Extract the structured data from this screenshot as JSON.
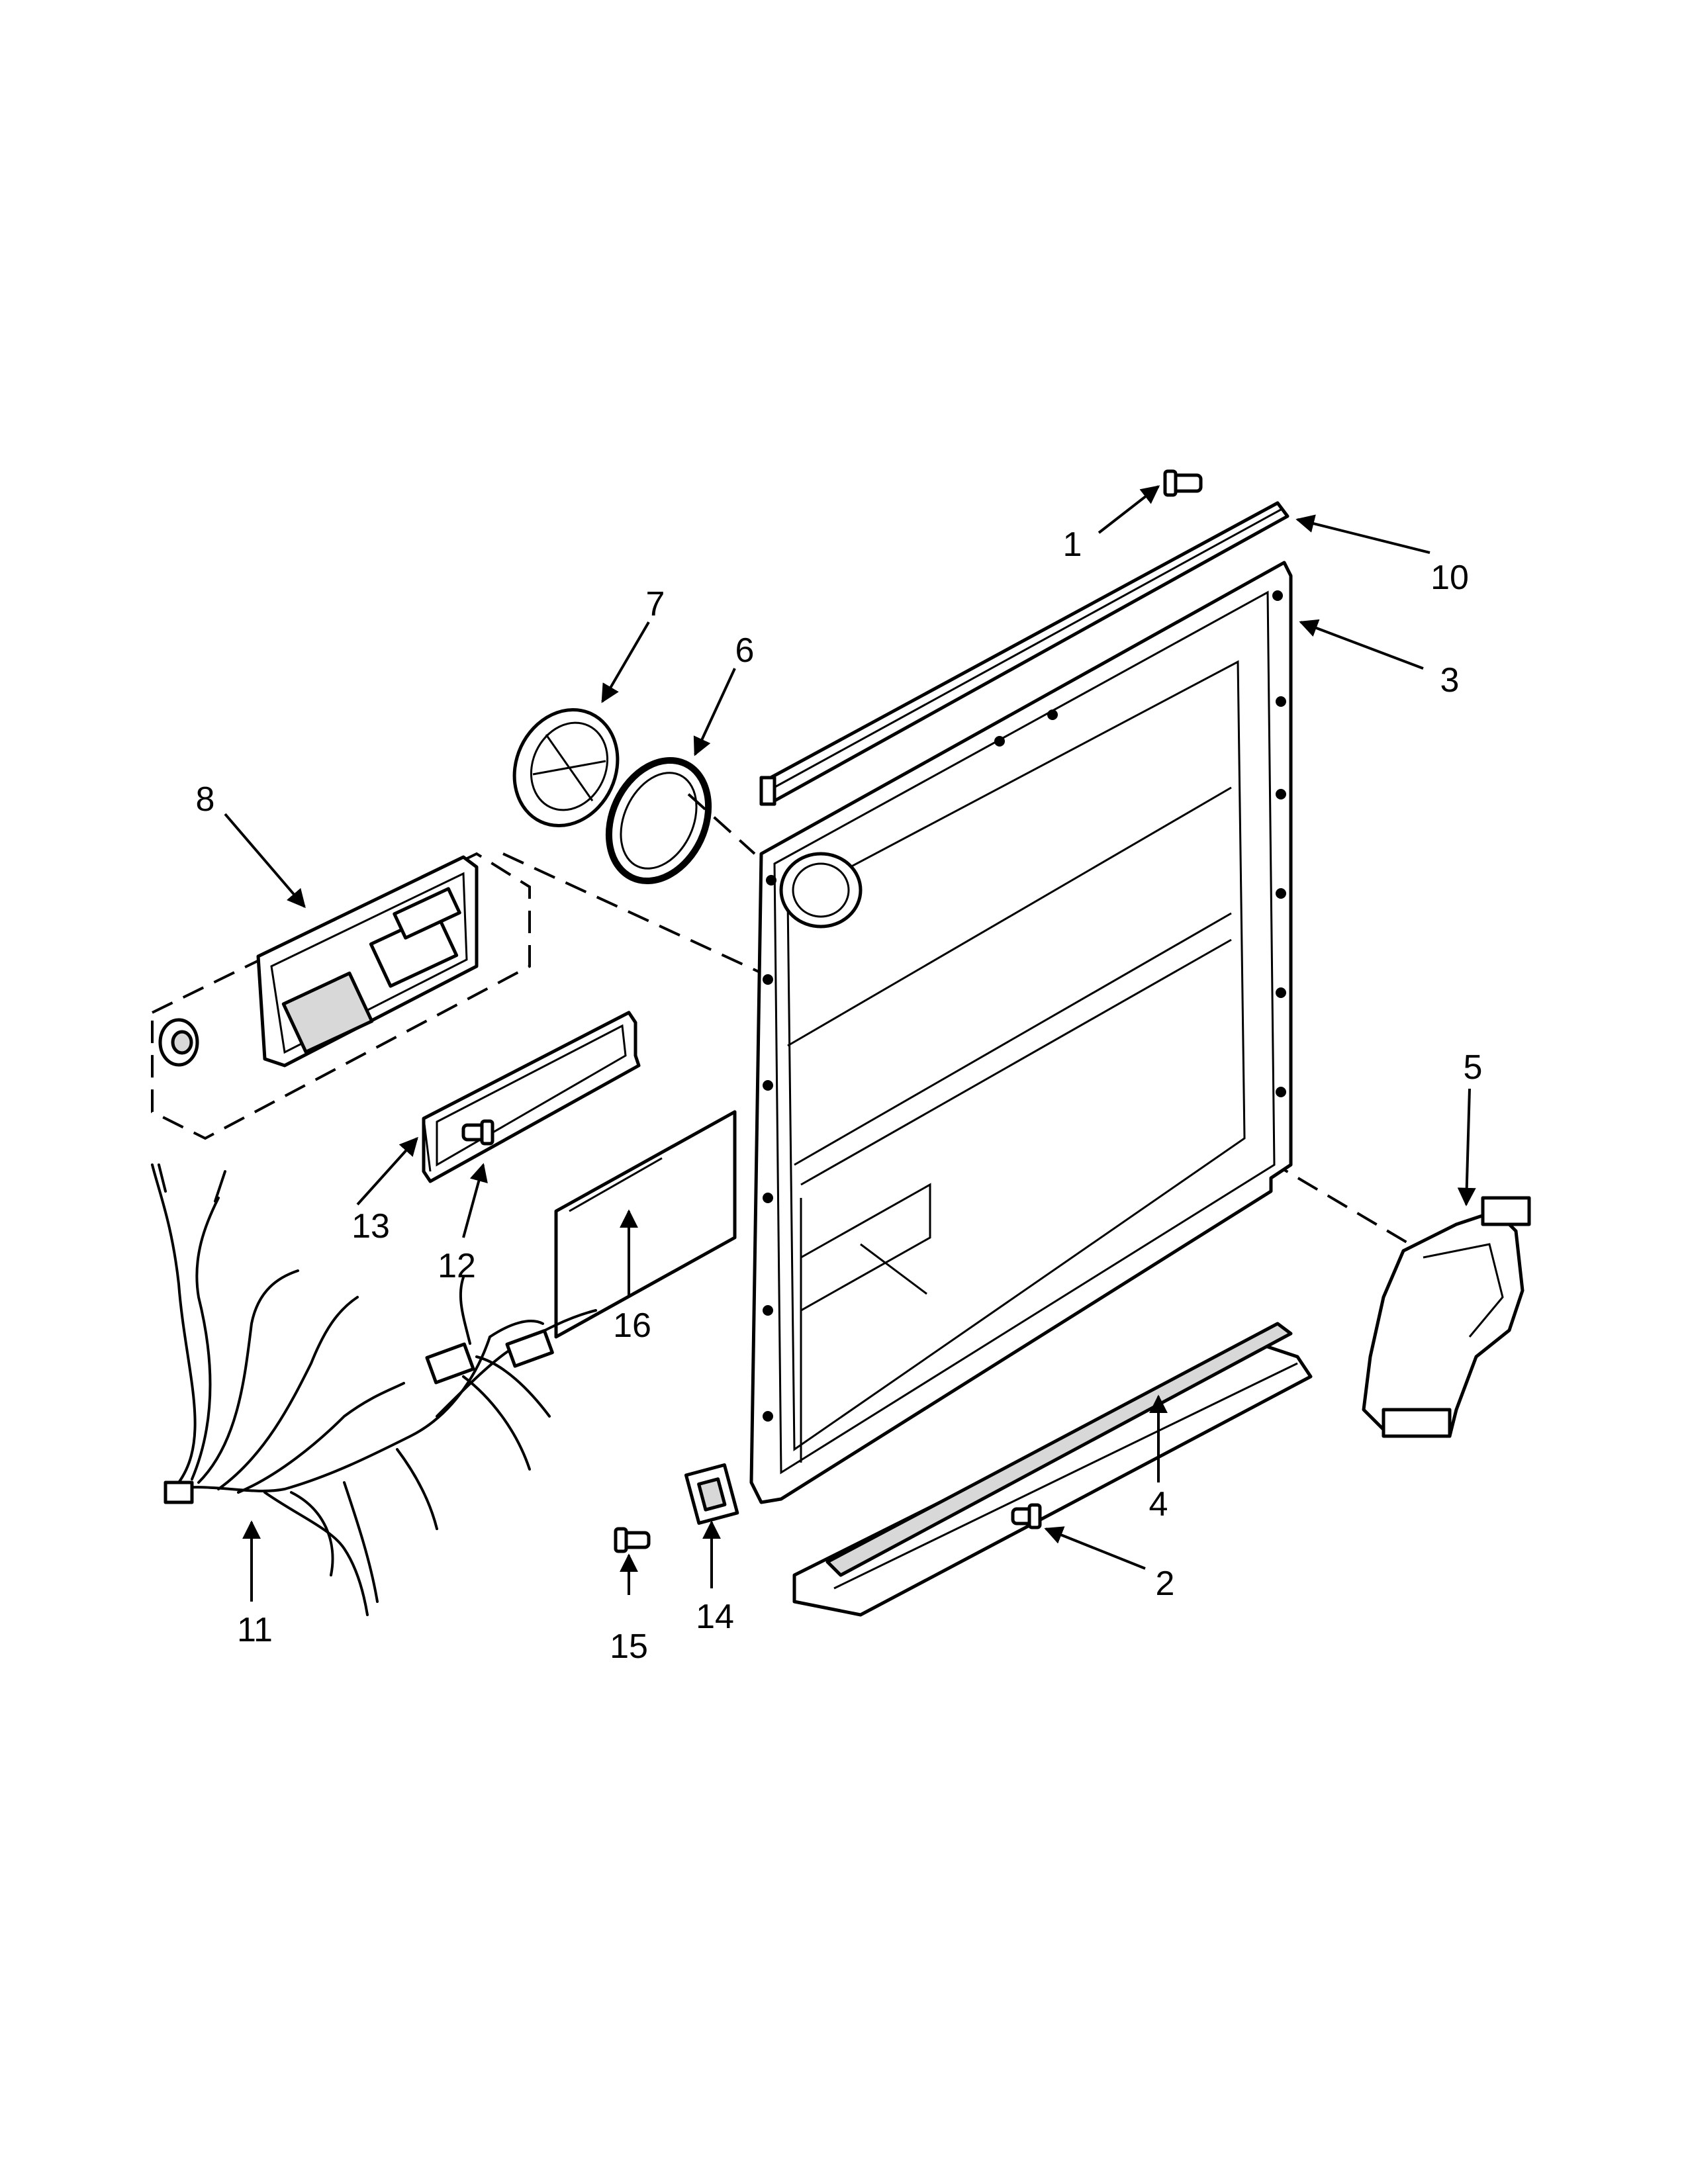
{
  "callouts": {
    "c1": "1",
    "c2": "2",
    "c3": "3",
    "c4": "4",
    "c5": "5",
    "c6": "6",
    "c7": "7",
    "c8": "8",
    "c10": "10",
    "c11": "11",
    "c12": "12",
    "c13": "13",
    "c14": "14",
    "c15": "15",
    "c16": "16"
  }
}
